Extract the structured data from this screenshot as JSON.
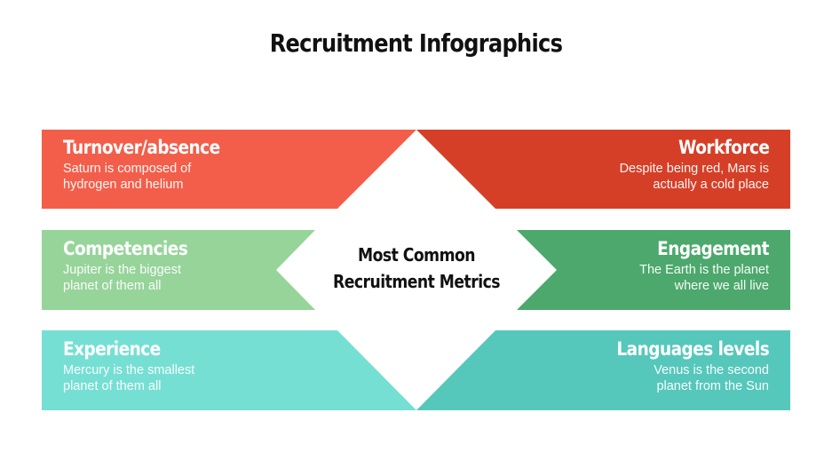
{
  "title": "Recruitment Infographics",
  "center": {
    "line1": "Most Common",
    "line2": "Recruitment Metrics"
  },
  "colors": {
    "turnover": "#F35E4A",
    "workforce": "#D63F27",
    "competencies": "#96D49A",
    "engagement": "#4CA86C",
    "experience": "#76DFD4",
    "languages": "#56C7BB",
    "text_dark": "#111111",
    "text_light": "#FFFFFF"
  },
  "items": [
    {
      "position": "top-left",
      "title": "Turnover/absence",
      "line1": "Saturn is composed of",
      "line2": "hydrogen and helium"
    },
    {
      "position": "top-right",
      "title": "Workforce",
      "line1": "Despite being red, Mars is",
      "line2": "actually a cold place"
    },
    {
      "position": "middle-left",
      "title": "Competencies",
      "line1": "Jupiter is the biggest",
      "line2": "planet of them all"
    },
    {
      "position": "middle-right",
      "title": "Engagement",
      "line1": "The Earth is the planet",
      "line2": "where we all live"
    },
    {
      "position": "bottom-left",
      "title": "Experience",
      "line1": "Mercury is the smallest",
      "line2": "planet of them all"
    },
    {
      "position": "bottom-right",
      "title": "Languages levels",
      "line1": "Venus is the second",
      "line2": "planet from the Sun"
    }
  ]
}
